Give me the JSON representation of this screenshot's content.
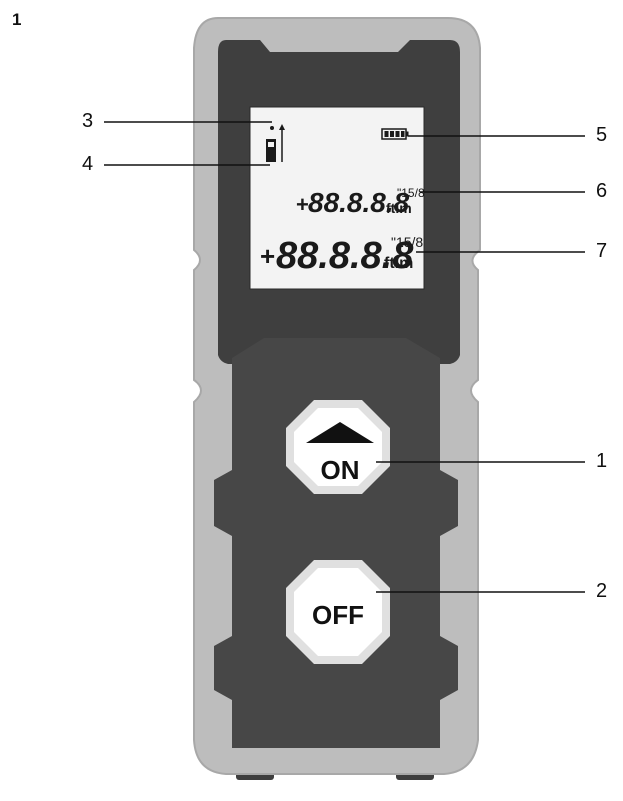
{
  "page": {
    "number": "1"
  },
  "display": {
    "line1_prefix": "+",
    "line1_digits": "88.8.8.8",
    "line1_units_top": "\"15/8",
    "line1_units_bottom": "ftim",
    "line2_prefix": "+",
    "line2_digits": "88.8.8.8",
    "line2_units_top": "\"15/8",
    "line2_units_bottom": "ftim"
  },
  "buttons": {
    "on_label": "ON",
    "off_label": "OFF"
  },
  "callouts": {
    "c1": "1",
    "c2": "2",
    "c3": "3",
    "c4": "4",
    "c5": "5",
    "c6": "6",
    "c7": "7"
  },
  "icons": {
    "battery": "battery-icon",
    "reference": "measurement-reference-icon",
    "up_arrow": "up-arrow-icon"
  }
}
